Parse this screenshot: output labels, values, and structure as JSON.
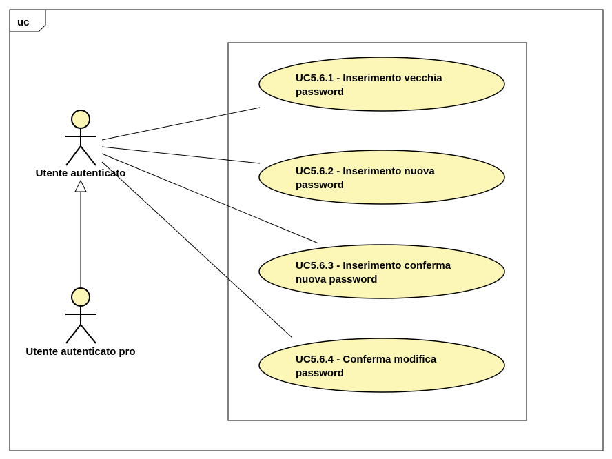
{
  "diagram": {
    "frame_label": "uc",
    "actors": [
      {
        "name": "Utente autenticato"
      },
      {
        "name": "Utente autenticato pro"
      }
    ],
    "use_cases": [
      {
        "line1": "UC5.6.1 - Inserimento vecchia",
        "line2": "password"
      },
      {
        "line1": "UC5.6.2 - Inserimento nuova",
        "line2": "password"
      },
      {
        "line1": "UC5.6.3 - Inserimento conferma",
        "line2": "nuova password"
      },
      {
        "line1": "UC5.6.4 - Conferma modifica",
        "line2": "password"
      }
    ],
    "colors": {
      "use_case_fill": "#fcf7b7",
      "actor_fill": "#fcf7b7",
      "stroke": "#000000"
    }
  }
}
